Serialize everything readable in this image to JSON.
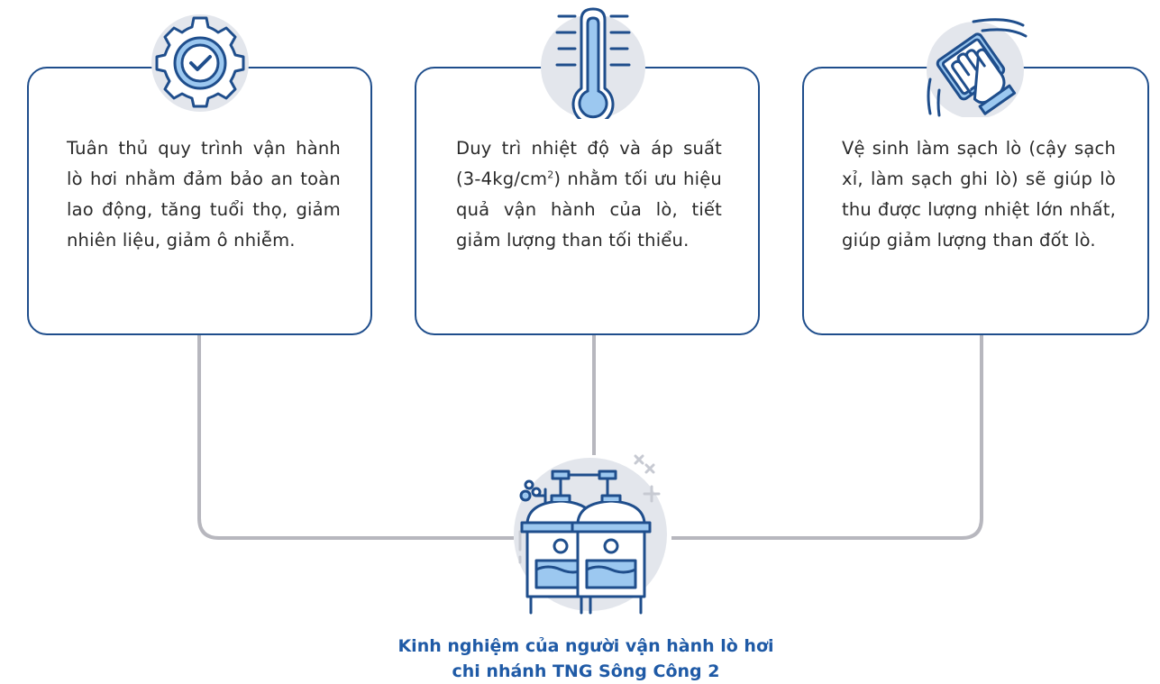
{
  "cards": [
    {
      "text": "Tuân thủ quy trình vận hành lò hơi nhằm đảm bảo an toàn lao động, tăng tuổi thọ, giảm nhiên liệu, giảm ô nhiễm.",
      "icon": "gear-check-icon"
    },
    {
      "text_before_sup": "Duy trì nhiệt độ và áp suất (3-4kg/cm",
      "sup": "2",
      "text_after_sup": ") nhằm tối ưu hiệu quả vận hành của lò, tiết giảm lượng than tối thiểu.",
      "icon": "thermometer-icon"
    },
    {
      "text": "Vệ sinh làm sạch lò (cậy sạch xỉ, làm sạch ghi lò) sẽ giúp lò thu được lượng nhiệt lớn nhất, giúp giảm lượng than đốt lò.",
      "icon": "cleaning-glove-icon"
    }
  ],
  "center_icon": "boiler-tanks-icon",
  "caption": {
    "line1": "Kinh nghiệm của người vận hành lò hơi",
    "line2": "chi nhánh TNG Sông Công 2"
  },
  "colors": {
    "card_border": "#1f4e8c",
    "connector": "#b7b7be",
    "icon_circle": "#e3e6ec",
    "icon_stroke": "#1f4e8c",
    "icon_fill": "#9cc8f0",
    "caption": "#1f5aa6"
  }
}
